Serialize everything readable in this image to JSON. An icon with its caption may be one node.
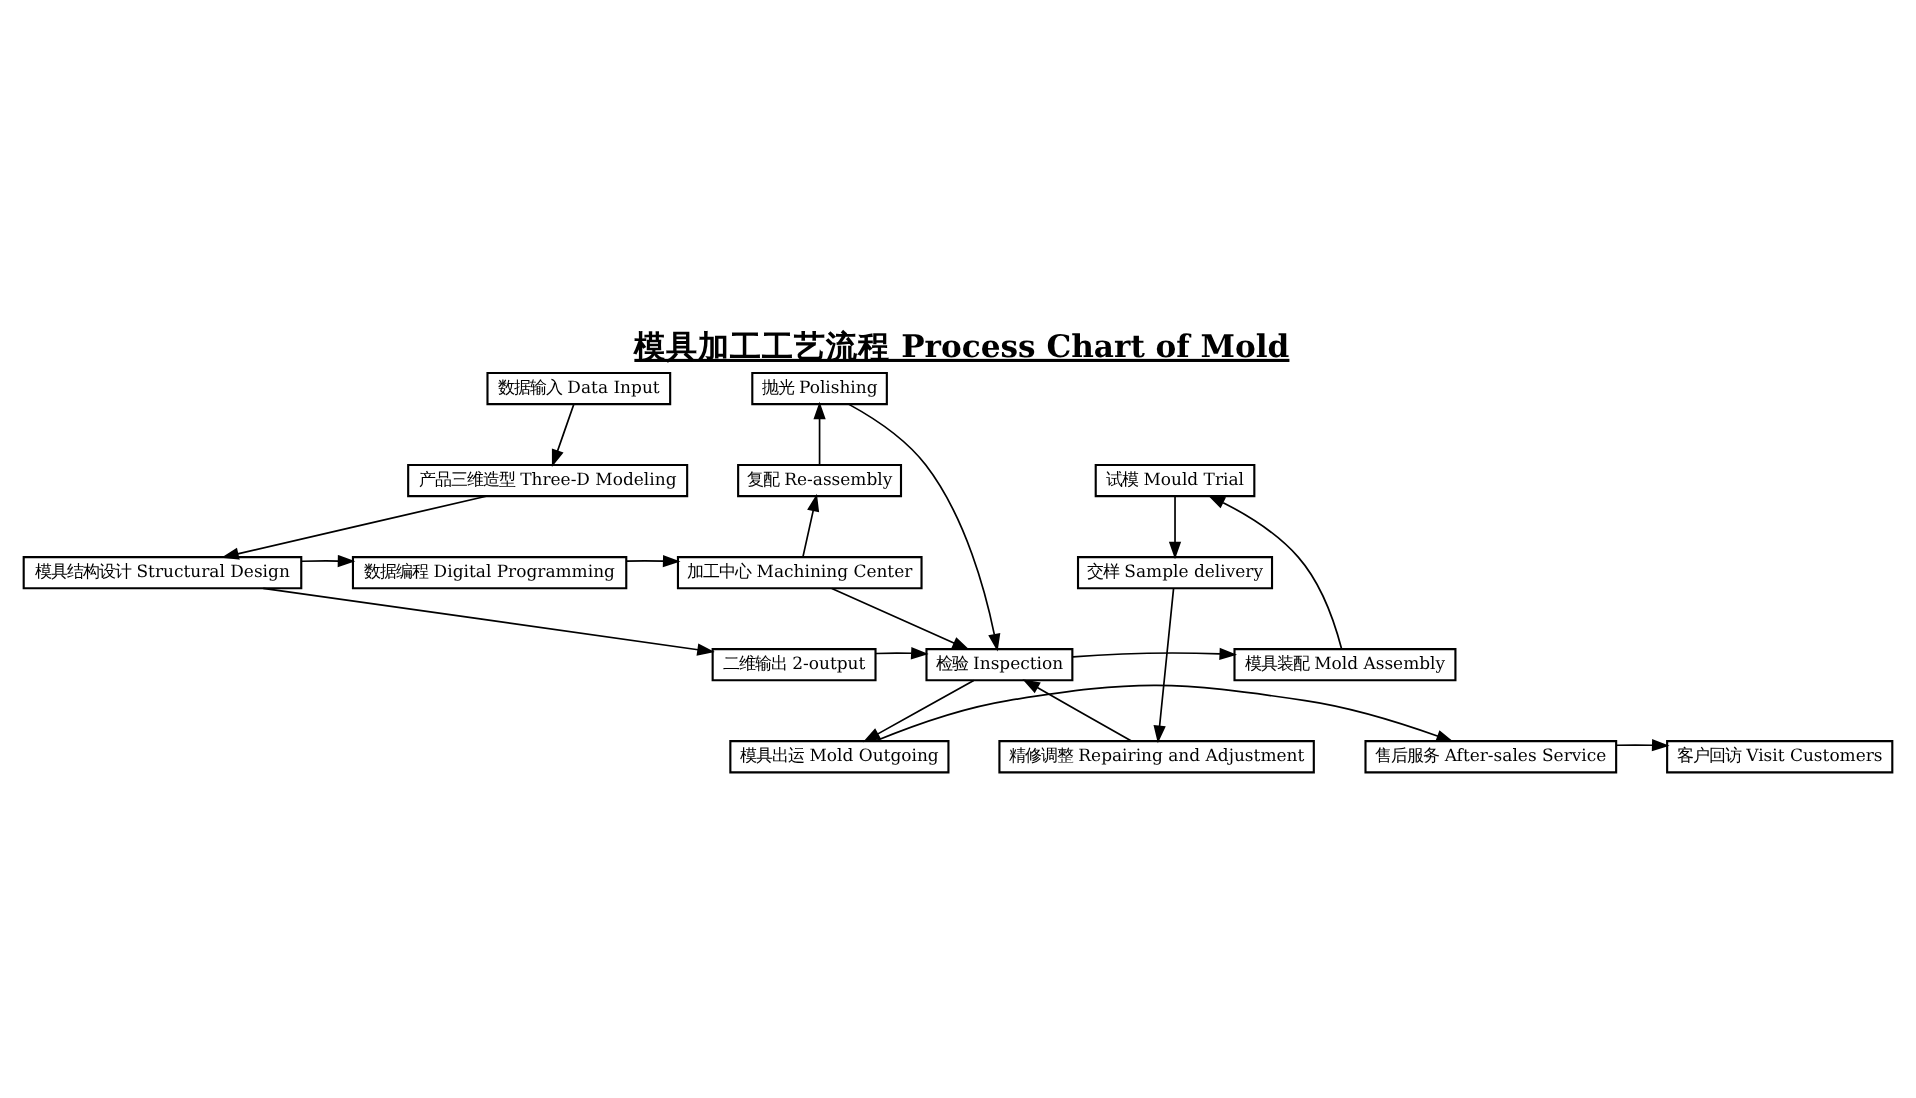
{
  "diagram": {
    "title": "模具加工工艺流程 Process Chart of Mold",
    "nodes": [
      {
        "text": [
          "数据输入 Data Input"
        ]
      },
      {
        "text": [
          "产品三维造型 Three-D Modeling"
        ]
      },
      {
        "text": [
          "模具结构设计 Structural Design"
        ]
      },
      {
        "text": [
          "数据编程 Digital Programming"
        ]
      },
      {
        "text": [
          "加工中心 Machining Center"
        ]
      },
      {
        "text": [
          "复配 Re-assembly"
        ]
      },
      {
        "text": [
          "抛光 Polishing"
        ]
      },
      {
        "text": [
          "二维输出 2-output"
        ]
      },
      {
        "text": [
          "检验 Inspection"
        ]
      },
      {
        "text": [
          "模具装配 Mold Assembly"
        ]
      },
      {
        "text": [
          "试模 Mould Trial"
        ]
      },
      {
        "text": [
          "交样 Sample delivery"
        ]
      },
      {
        "text": [
          "精修调整 Repairing and Adjustment"
        ]
      },
      {
        "text": [
          "模具出运 Mold Outgoing"
        ]
      },
      {
        "text": [
          "售后服务 After-sales Service"
        ]
      },
      {
        "text": [
          "客户回访 Visit Customers"
        ]
      }
    ],
    "edges": [
      {
        "from": 0,
        "to": 1,
        "arrow": "to"
      },
      {
        "from": 1,
        "to": 2,
        "arrow": "to"
      },
      {
        "from": 2,
        "to": 3,
        "arrow": "to"
      },
      {
        "from": 3,
        "to": 4,
        "arrow": "to"
      },
      {
        "from": 2,
        "to": 7,
        "arrow": "to"
      },
      {
        "from": 7,
        "to": 8,
        "arrow": "to"
      },
      {
        "from": 4,
        "to": 5,
        "arrow": "to"
      },
      {
        "from": 5,
        "to": 6,
        "arrow": "to"
      },
      {
        "from": 6,
        "to": 8,
        "arrow": "to"
      },
      {
        "from": 4,
        "to": 8,
        "arrow": "to"
      },
      {
        "from": 8,
        "to": 9,
        "arrow": "to"
      },
      {
        "from": 9,
        "to": 10,
        "arrow": "to"
      },
      {
        "from": 10,
        "to": 11,
        "arrow": "to"
      },
      {
        "from": 11,
        "to": 12,
        "arrow": "to"
      },
      {
        "from": 12,
        "to": 8,
        "arrow": "to"
      },
      {
        "from": 8,
        "to": 13,
        "arrow": "to"
      },
      {
        "from": 13,
        "to": 14,
        "arrow": "to"
      },
      {
        "from": 14,
        "to": 15,
        "arrow": "to"
      }
    ]
  }
}
